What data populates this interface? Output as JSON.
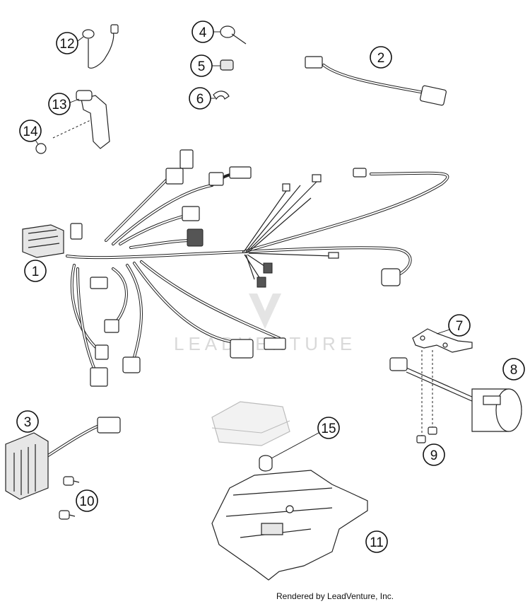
{
  "callouts": {
    "c1": "1",
    "c2": "2",
    "c3": "3",
    "c4": "4",
    "c5": "5",
    "c6": "6",
    "c7": "7",
    "c8": "8",
    "c9": "9",
    "c10": "10",
    "c11": "11",
    "c12": "12",
    "c13": "13",
    "c14": "14",
    "c15": "15"
  },
  "watermark": "LEADVENTURE",
  "footer": "Rendered by LeadVenture, Inc."
}
